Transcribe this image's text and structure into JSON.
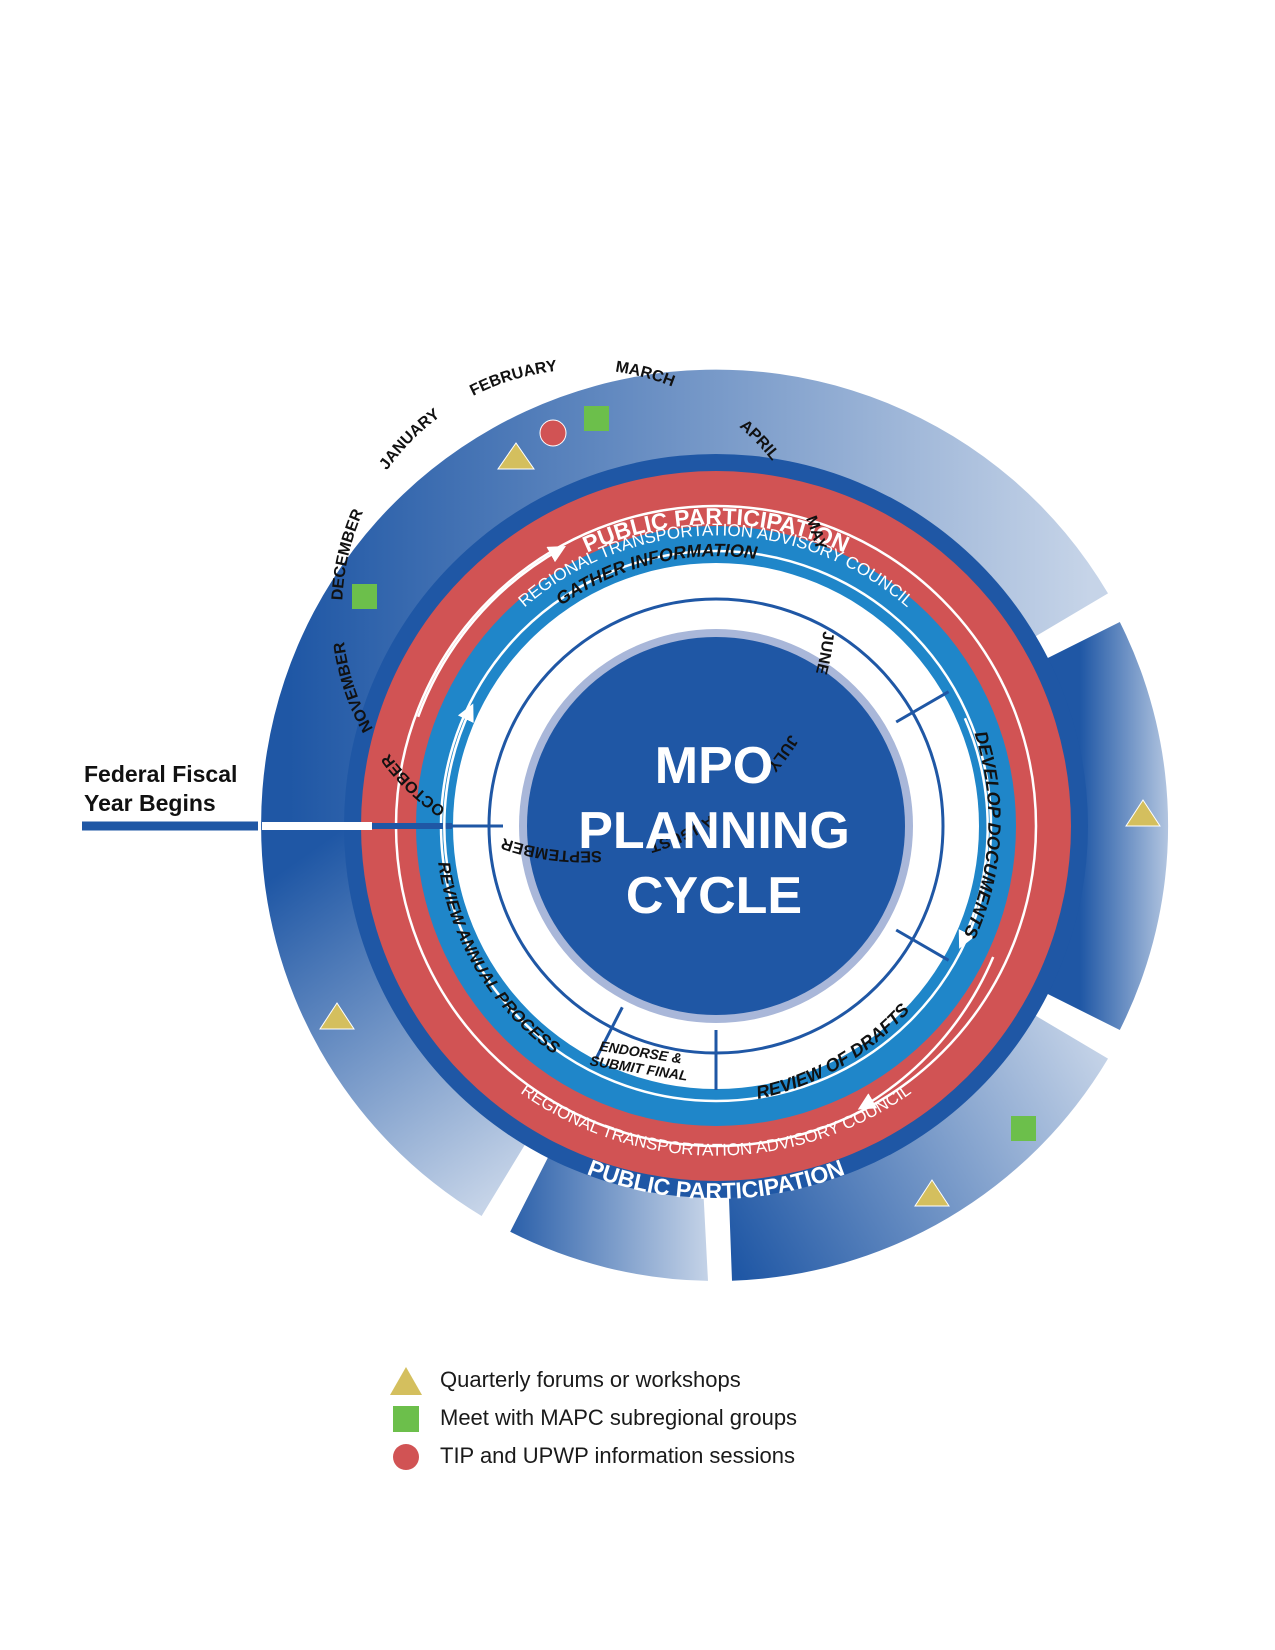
{
  "center": {
    "line1": "MPO",
    "line2": "PLANNING",
    "line3": "CYCLE"
  },
  "fiscal_year_label": {
    "line1": "Federal Fiscal",
    "line2": "Year Begins"
  },
  "public_participation": {
    "top": "PUBLIC PARTICIPATION",
    "bottom": "PUBLIC PARTICIPATION"
  },
  "advisory_council": {
    "top": "REGIONAL TRANSPORTATION ADVISORY COUNCIL",
    "bottom": "REGIONAL TRANSPORTATION ADVISORY COUNCIL"
  },
  "phases": {
    "gather": "GATHER INFORMATION",
    "develop": "DEVELOP DOCUMENTS",
    "review_drafts": "REVIEW OF DRAFTS",
    "endorse_line1": "ENDORSE &",
    "endorse_line2": "SUBMIT FINAL",
    "review_annual": "REVIEW ANNUAL PROCESS"
  },
  "months": {
    "october": "OCTOBER",
    "november": "NOVEMBER",
    "december": "DECEMBER",
    "january": "JANUARY",
    "february": "FEBRUARY",
    "march": "MARCH",
    "april": "APRIL",
    "may": "MAY",
    "june": "JUNE",
    "july": "JULY",
    "august": "AUGUST",
    "september": "SEPTEMBER"
  },
  "legend": {
    "forums": "Quarterly forums or workshops",
    "subregional": "Meet with MAPC subregional groups",
    "info_sessions": "TIP and UPWP information sessions"
  },
  "colors": {
    "navy": "#1f57a5",
    "red": "#d15354",
    "cyan": "#1f86c9",
    "triangle": "#d4bf5e",
    "square": "#6cbf4b",
    "circle": "#d15354"
  }
}
